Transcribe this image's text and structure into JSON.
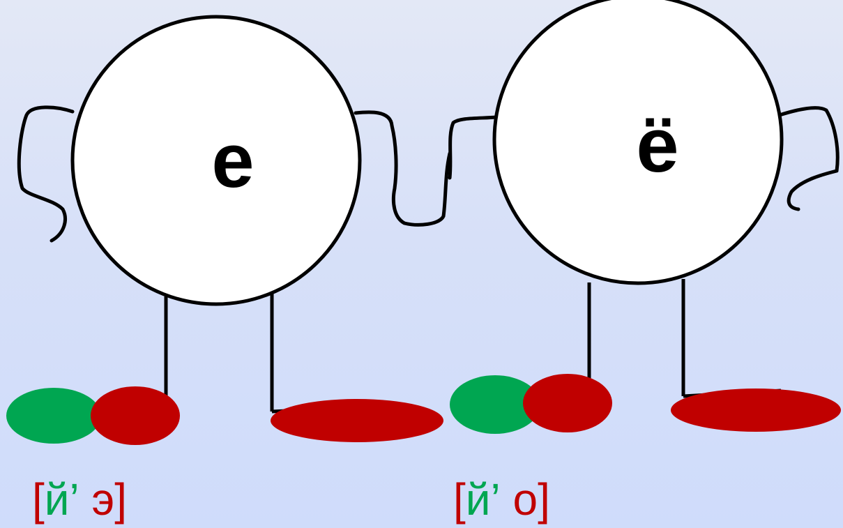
{
  "colors": {
    "green": "#00a651",
    "red": "#c00000",
    "outline": "#000000",
    "face": "#ffffff"
  },
  "characters": [
    {
      "letter": "е",
      "transcription": {
        "open_bracket": "[",
        "consonant": "й’",
        "vowel": "э",
        "close_bracket": "]"
      }
    },
    {
      "letter": "ё",
      "transcription": {
        "open_bracket": "[",
        "consonant": "й’",
        "vowel": "о",
        "close_bracket": "]"
      }
    }
  ]
}
